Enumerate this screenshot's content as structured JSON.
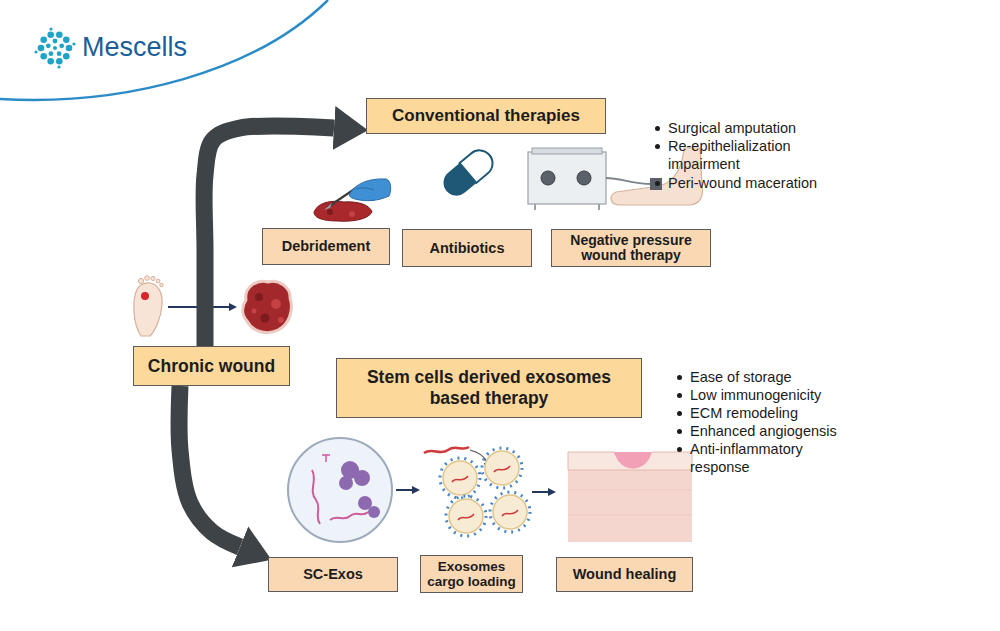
{
  "diagram": {
    "nodes": [
      {
        "text": [
          "Conventional therapies"
        ]
      },
      {
        "text": [
          "Debridement"
        ]
      },
      {
        "text": [
          "Antibiotics"
        ]
      },
      {
        "text": [
          "Negative pressure wound therapy"
        ]
      },
      {
        "text": [
          "Chronic wound"
        ]
      },
      {
        "text": [
          "Stem cells derived exosomes based therapy"
        ]
      },
      {
        "text": [
          "SC-Exos"
        ]
      },
      {
        "text": [
          "Exosomes cargo loading"
        ]
      },
      {
        "text": [
          "Wound healing"
        ]
      }
    ],
    "edges": [
      {
        "from": 4,
        "to": 0,
        "arrow": "to"
      },
      {
        "from": 4,
        "to": 6,
        "arrow": "to"
      }
    ],
    "labels": [
      "Mescells",
      "Surgical amputation",
      "Re-epithelialization impairment",
      "Peri-wound maceration",
      "Ease of storage",
      "Low immunogenicity",
      "ECM remodeling",
      "Enhanced angiogensis",
      "Anti-inflammatory response"
    ]
  }
}
